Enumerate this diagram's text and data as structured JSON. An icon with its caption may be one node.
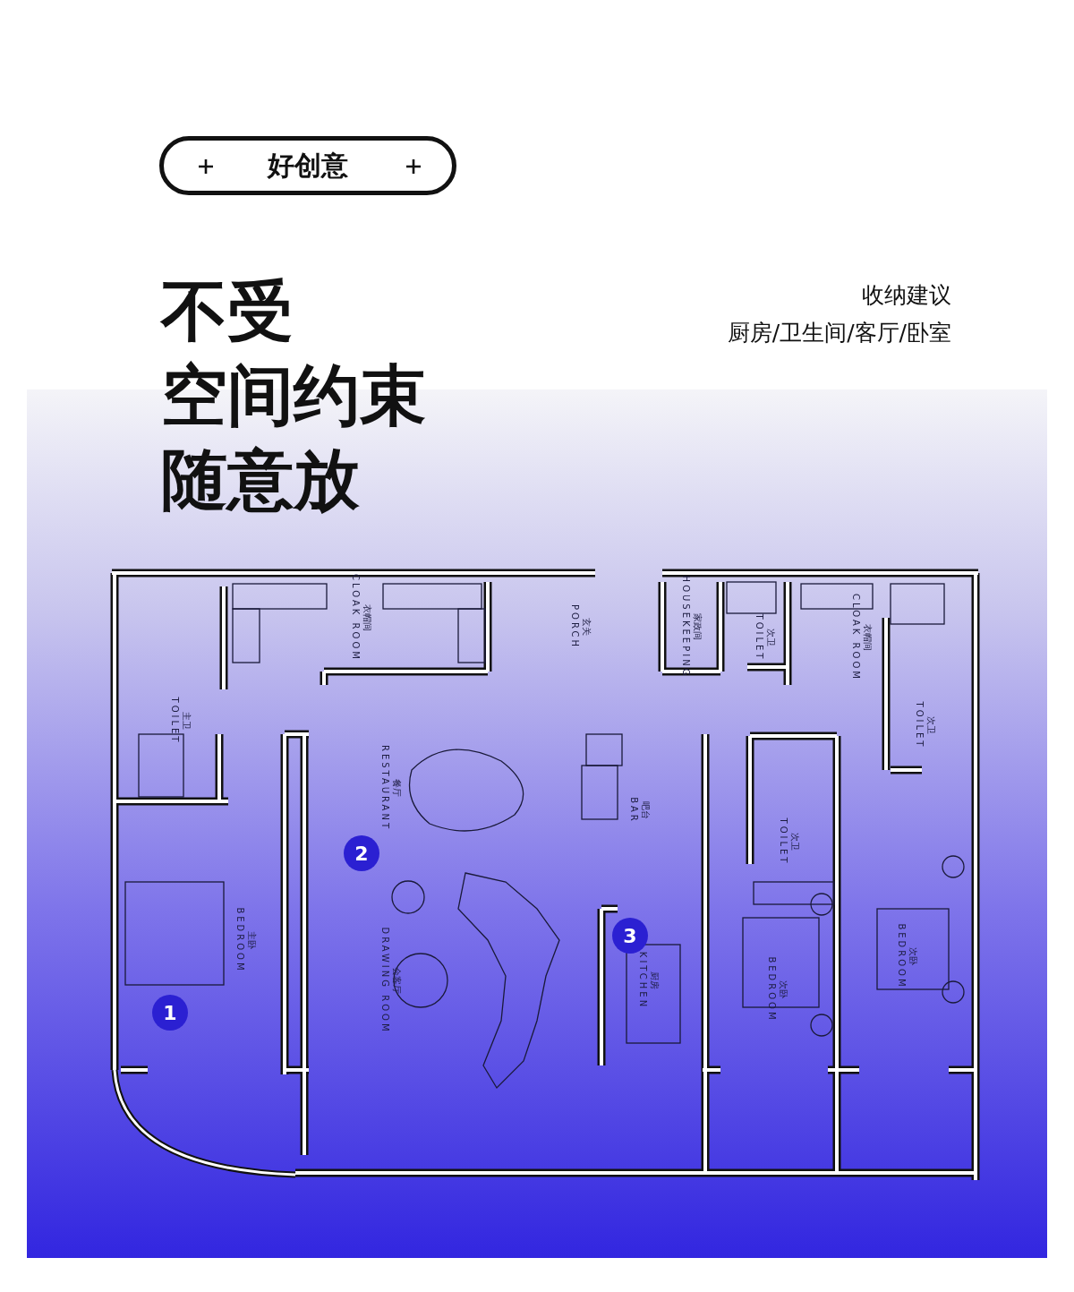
{
  "diagram": {
    "title": "不受空间约束随意放",
    "nodes": [
      {
        "text": [
          "好创意"
        ]
      }
    ],
    "labels": [
      "收纳建议",
      "厨房/卫生间/客厅/卧室",
      "衣帽间",
      "CLOAK ROOM",
      "玄关",
      "PORCH",
      "家政间",
      "HOUSEKEEPING",
      "次卫",
      "TOILET",
      "衣帽间",
      "CLOAK ROOM",
      "主卫",
      "TOILET",
      "次卫",
      "TOILET",
      "餐厅",
      "RESTAURANT",
      "吧台",
      "BAR",
      "次卫",
      "TOILET",
      "2",
      "主卧",
      "BEDROOM",
      "3",
      "次卧",
      "BEDROOM",
      "会客厅",
      "DRAWING ROOM",
      "厨房",
      "KITCHEN",
      "次卧",
      "BEDROOM",
      "1"
    ]
  }
}
